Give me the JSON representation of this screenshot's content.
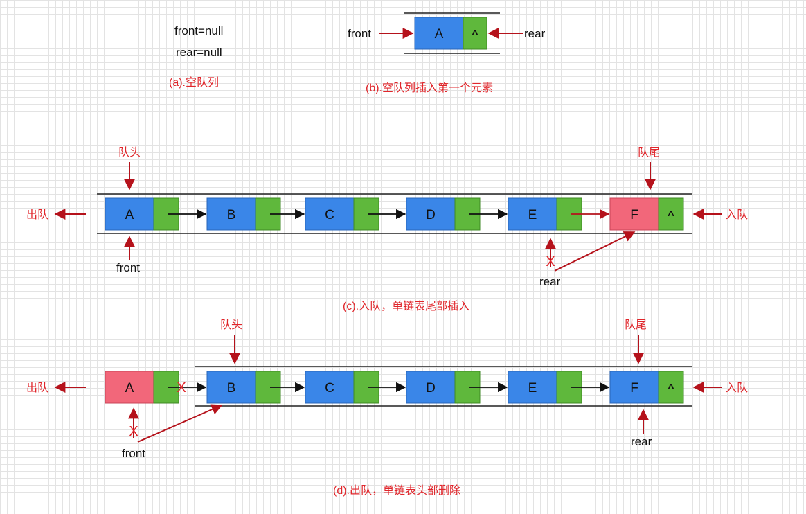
{
  "colors": {
    "data_cell": "#3a86e8",
    "next_cell": "#5fb83c",
    "highlight_cell": "#f2677a",
    "arrow_red": "#b5121b",
    "caption_red": "#e0262b",
    "rail": "#222222"
  },
  "panel_a": {
    "front_null": "front=null",
    "rear_null": "rear=null",
    "caption": "(a).空队列"
  },
  "panel_b": {
    "front_label": "front",
    "node_value": "A",
    "node_next": "^",
    "rear_label": "rear",
    "caption": "(b).空队列插入第一个元素"
  },
  "panel_c": {
    "head_label": "队头",
    "tail_label": "队尾",
    "dequeue_label": "出队",
    "enqueue_label": "入队",
    "nodes": [
      "A",
      "B",
      "C",
      "D",
      "E",
      "F"
    ],
    "last_next": "^",
    "front_label": "front",
    "rear_label": "rear",
    "cross_mark": "X",
    "caption": "(c).入队，单链表尾部插入"
  },
  "panel_d": {
    "head_label": "队头",
    "tail_label": "队尾",
    "dequeue_label": "出队",
    "enqueue_label": "入队",
    "nodes": [
      "A",
      "B",
      "C",
      "D",
      "E",
      "F"
    ],
    "last_next": "^",
    "front_label": "front",
    "rear_label": "rear",
    "cross_mark": "X",
    "caption": "(d).出队，单链表头部删除"
  }
}
